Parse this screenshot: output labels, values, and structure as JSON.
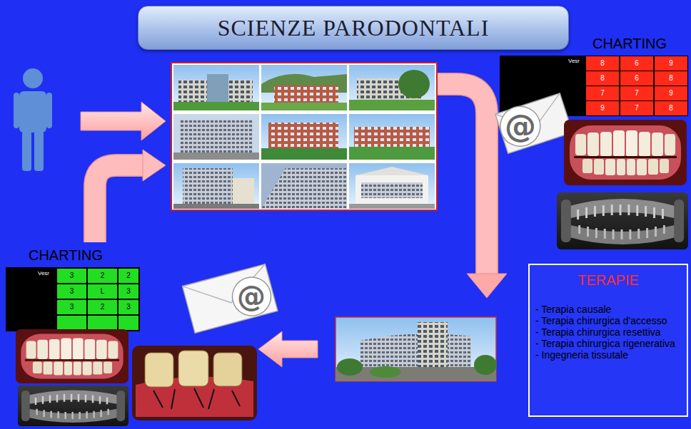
{
  "diagram": {
    "title": "SCIENZE PARODONTALI",
    "nodes": [
      {
        "text": [
          "TERAPIE",
          "- Terapia causale",
          "- Terapia chirurgica d'accesso",
          "- Terapia chirurgica resettiva",
          "- Terapia chirurgica rigenerativa",
          "- Ingegneria tissutale"
        ]
      }
    ],
    "labels": [
      "CHARTING",
      "Vesr",
      "8",
      "6",
      "9",
      "8",
      "6",
      "8",
      "7",
      "7",
      "9",
      "9",
      "7",
      "8",
      "@",
      "CHARTING",
      "Vesr",
      "3",
      "2",
      "2",
      "3",
      "L",
      "3",
      "3",
      "2",
      "3",
      "@"
    ]
  }
}
